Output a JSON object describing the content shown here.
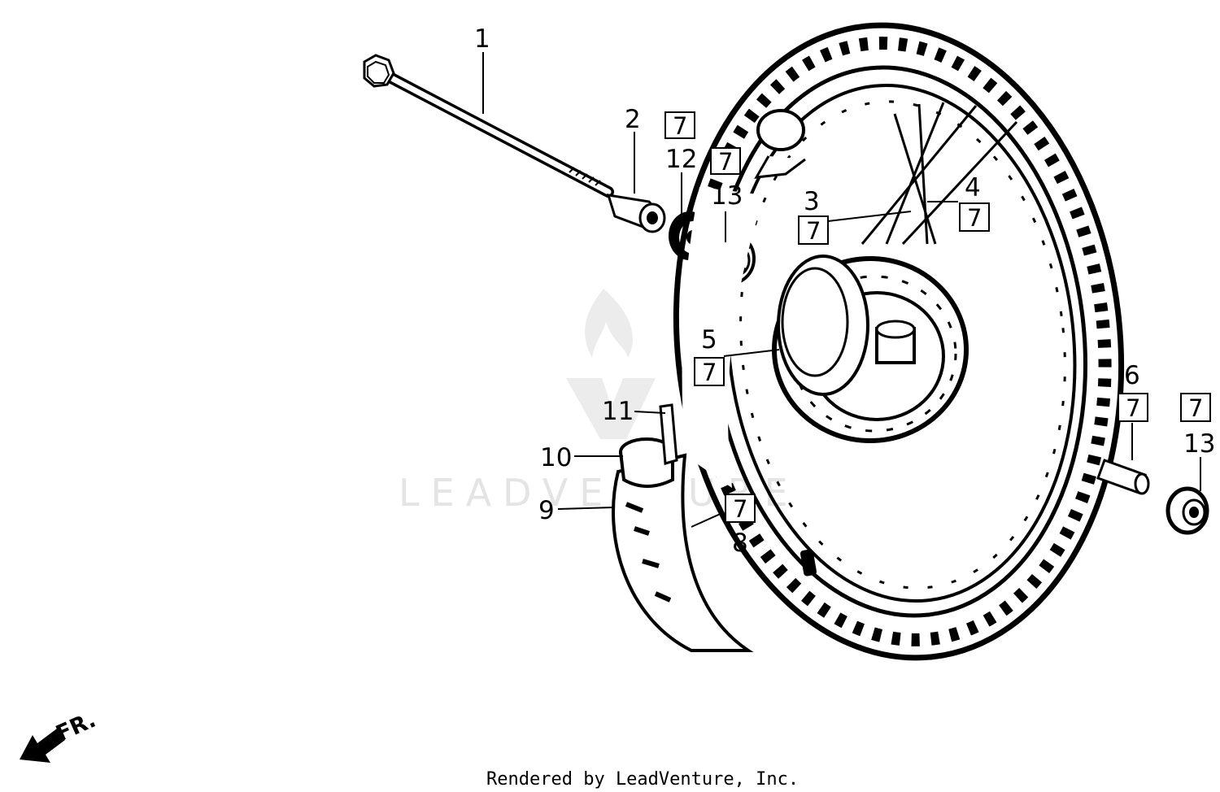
{
  "watermark": "LEADVENTURE",
  "footer": "Rendered by LeadVenture, Inc.",
  "front_label": "FR.",
  "parts": [
    {
      "num": "1",
      "ref": null
    },
    {
      "num": "2",
      "ref": null
    },
    {
      "num": "12",
      "ref": "7"
    },
    {
      "num": "13",
      "ref": "7"
    },
    {
      "num": "3",
      "ref": "7"
    },
    {
      "num": "4",
      "ref": "7"
    },
    {
      "num": "5",
      "ref": "7"
    },
    {
      "num": "6",
      "ref": "7"
    },
    {
      "num": "13",
      "ref": "7"
    },
    {
      "num": "11",
      "ref": null
    },
    {
      "num": "10",
      "ref": null
    },
    {
      "num": "9",
      "ref": null
    },
    {
      "num": "8",
      "ref": "7"
    }
  ]
}
